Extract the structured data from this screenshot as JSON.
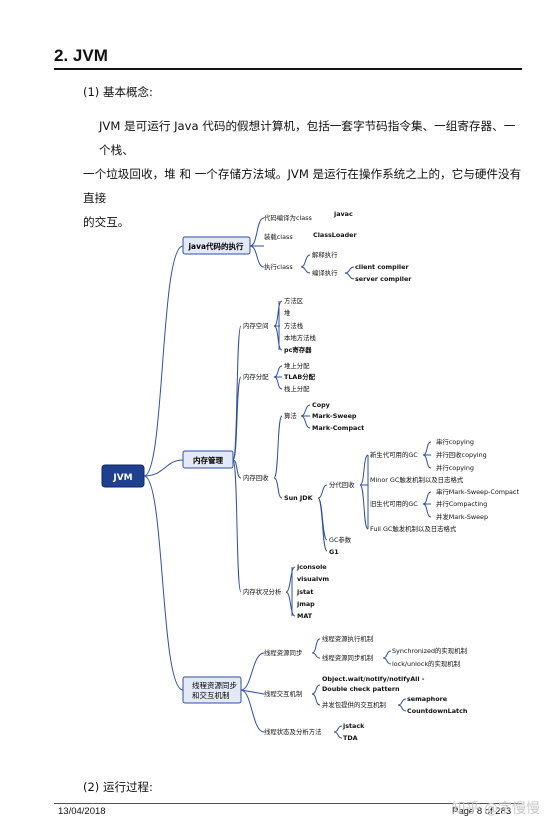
{
  "heading": "2. JVM",
  "section1_label": "(1) 基本概念:",
  "paragraph_line1": "JVM 是可运行 Java 代码的假想计算机，包括一套字节码指令集、一组寄存器、一个栈、",
  "paragraph_line2": "一个垃圾回收，堆 和 一个存储方法域。JVM 是运行在操作系统之上的，它与硬件没有直接",
  "paragraph_line3": "的交互。",
  "mindmap": {
    "root": "JVM",
    "java_exec": "java代码的执行",
    "compile": "代码编译为class",
    "javac": "javac",
    "load": "装载class",
    "classloader": "ClassLoader",
    "execute": "执行class",
    "interpret": "解释执行",
    "compile_exec": "编译执行",
    "client": "client compiler",
    "server": "server compiler",
    "memory": "内存管理",
    "mem_space": "内存空间",
    "method_area": "方法区",
    "heap": "堆",
    "method_stack": "方法栈",
    "native_stack": "本地方法栈",
    "pc": "pc寄存器",
    "mem_alloc": "内存分配",
    "heap_alloc": "堆上分配",
    "tlab": "TLAB分配",
    "stack_alloc": "栈上分配",
    "gc": "内存回收",
    "algorithm": "算法",
    "copy": "Copy",
    "mark_sweep": "Mark-Sweep",
    "mark_compact": "Mark-Compact",
    "sunjdk": "Sun JDK",
    "gen_gc": "分代回收",
    "young_gc": "新生代可用的GC",
    "serial_copying": "串行copying",
    "parallel_copying": "并行回收copying",
    "parallel_copying2": "并行copying",
    "minor_gc": "Minor GC触发机制以及日志格式",
    "old_gc": "旧生代可用的GC",
    "serial_msc": "串行Mark-Sweep-Compact",
    "parallel_compacting": "并行Compacting",
    "cms": "并发Mark-Sweep",
    "full_gc": "Full GC触发机制以及日志格式",
    "gc_params": "GC参数",
    "g1": "G1",
    "mem_tools": "内存状况分析",
    "jconsole": "jconsole",
    "visualvm": "visualvm",
    "jstat": "jstat",
    "jmap": "jmap",
    "mat": "MAT",
    "thread": "线程资源同步\n和交互机制",
    "thread_sync": "线程资源同步",
    "thread_exec_mech": "线程资源执行机制",
    "thread_sync_mech": "线程资源同步机制",
    "synchronized": "Synchronized的实现机制",
    "lock_unlock": "lock/unlock的实现机制",
    "thread_interact": "线程交互机制",
    "wait_notify": "Object.wait/notify/notifyAll -",
    "double_check": "Double check pattern",
    "concurrent_pkg": "并发包提供的交互机制",
    "semaphore": "semaphore",
    "countdownlatch": "CountdownLatch",
    "thread_tools": "线程状态及分析方法",
    "jstack": "jstack",
    "tda": "TDA"
  },
  "section2_label": "(2) 运行过程:",
  "footer_date": "13/04/2018",
  "footer_page": "Page 8 of 283",
  "watermark": "知乎 @字慢慢"
}
